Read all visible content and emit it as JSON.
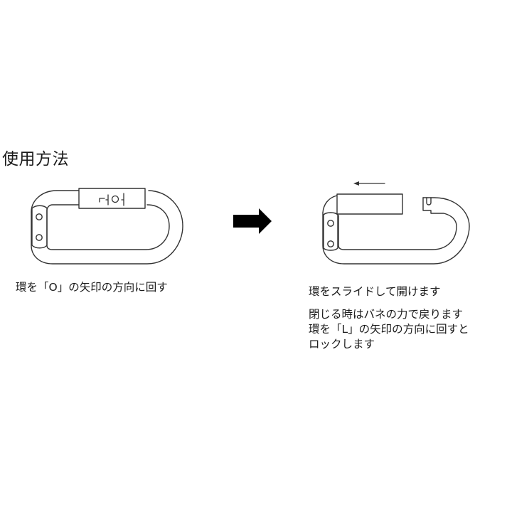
{
  "heading": "使用方法",
  "step1": {
    "caption": "環を「O」の矢印の方向に回す",
    "collar_markings": "ᒣዐዏ",
    "illustration": "carabiner-closed-locked"
  },
  "transition_arrow": {
    "icon": "right-arrow-icon",
    "color": "#000000"
  },
  "step2": {
    "caption_open": "環をスライドして開けます",
    "caption_close_lines": [
      "閉じる時はバネの力で戻ります",
      "環を「L」の矢印の方向に回すと",
      "ロックします"
    ],
    "slide_arrow_icon": "left-arrow-icon",
    "illustration": "carabiner-open-sleeve-slid"
  },
  "colors": {
    "line": "#333333",
    "text": "#1a1a1a",
    "background": "#ffffff"
  }
}
